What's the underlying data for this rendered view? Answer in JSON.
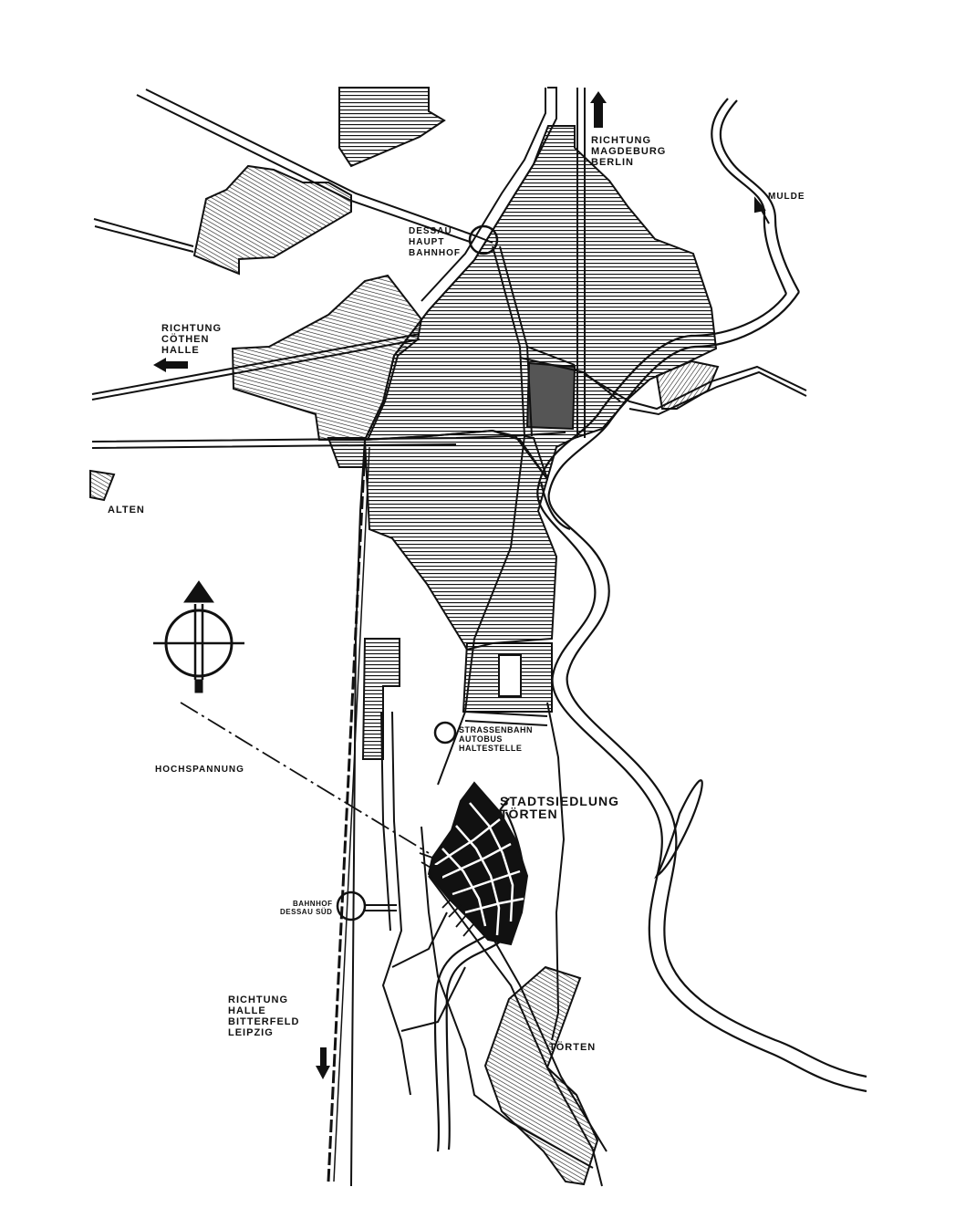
{
  "map": {
    "labels": {
      "richtung_north": [
        "RICHTUNG",
        "MAGDEBURG",
        "BERLIN"
      ],
      "mulde": "MULDE",
      "hauptbahnhof": [
        "DESSAU",
        "HAUPT",
        "BAHNHOF"
      ],
      "richtung_west": [
        "RICHTUNG",
        "CÖTHEN",
        "HALLE"
      ],
      "alten": "ALTEN",
      "hochspannung": "HOCHSPANNUNG",
      "haltestelle": [
        "STRASSENBAHN",
        "AUTOBUS",
        "HALTESTELLE"
      ],
      "siedlung": [
        "STADTSIEDLUNG",
        "TÖRTEN"
      ],
      "bahnhof_sued": [
        "BAHNHOF",
        "DESSAU SÜD"
      ],
      "richtung_south": [
        "RICHTUNG",
        "HALLE",
        "BITTERFELD",
        "LEIPZIG"
      ],
      "toerten": "TÖRTEN"
    },
    "icons": [
      "compass-north-icon",
      "arrow-north-icon",
      "arrow-west-icon",
      "arrow-south-icon",
      "station-circle-icon"
    ],
    "colors": {
      "ink": "#111111",
      "paper": "#ffffff"
    }
  }
}
